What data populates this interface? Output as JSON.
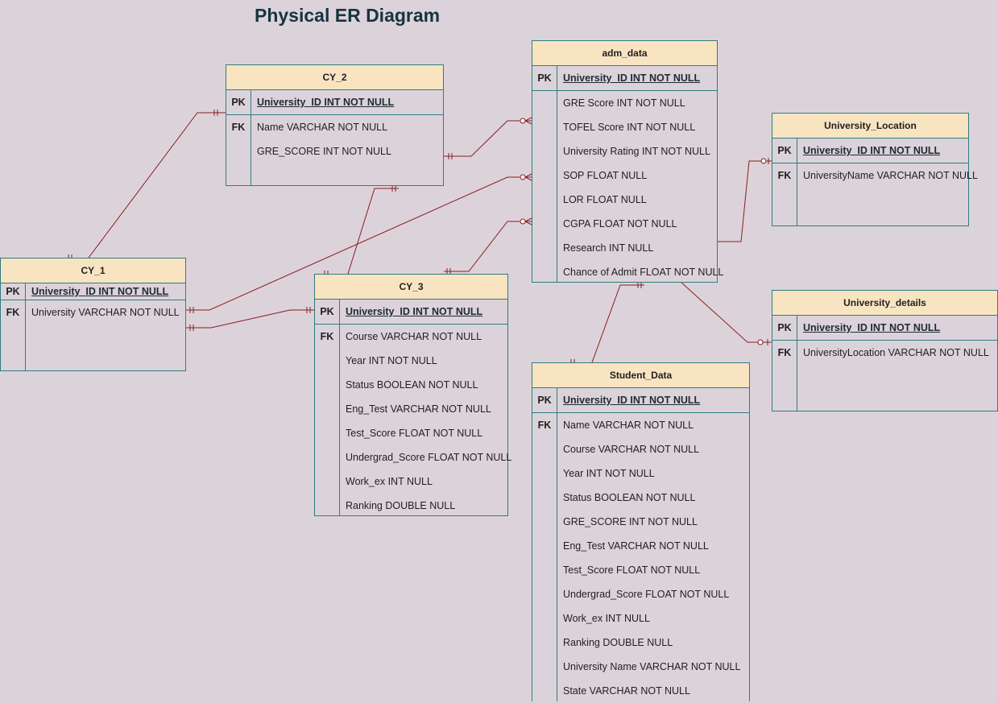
{
  "title": "Physical ER Diagram",
  "colors": {
    "background": "#dcd3da",
    "header": "#f9e4c2",
    "border": "#2e7d7e",
    "line": "#8b1c1c",
    "title": "#173340"
  },
  "entities": {
    "cy2": {
      "name": "CY_2",
      "pk_label": "PK",
      "fk_label": "FK",
      "pk": "University_ID INT NOT NULL",
      "fields": [
        "Name VARCHAR NOT NULL",
        "GRE_SCORE INT NOT NULL"
      ]
    },
    "cy1": {
      "name": "CY_1",
      "pk_label": "PK",
      "fk_label": "FK",
      "pk": "University_ID INT NOT NULL",
      "fields": [
        "University VARCHAR NOT NULL"
      ]
    },
    "cy3": {
      "name": "CY_3",
      "pk_label": "PK",
      "fk_label": "FK",
      "pk": "University_ID INT NOT NULL",
      "fields": [
        "Course VARCHAR NOT NULL",
        "Year INT NOT NULL",
        "Status BOOLEAN NOT NULL",
        "Eng_Test VARCHAR NOT NULL",
        "Test_Score FLOAT NOT NULL",
        "Undergrad_Score FLOAT NOT NULL",
        "Work_ex INT  NULL",
        "Ranking DOUBLE  NULL"
      ]
    },
    "adm": {
      "name": "adm_data",
      "pk_label": "PK",
      "pk": "University_ID INT NOT NULL",
      "fields": [
        "GRE Score INT NOT NULL",
        "TOFEL Score INT NOT NULL",
        "University Rating INT NOT NULL",
        "SOP FLOAT NULL",
        "LOR FLOAT NULL",
        "CGPA FLOAT NOT NULL",
        "Research INT NULL",
        "Chance of Admit FLOAT NOT NULL"
      ]
    },
    "uloc": {
      "name": "University_Location",
      "pk_label": "PK",
      "fk_label": "FK",
      "pk": "University_ID INT NOT NULL",
      "fields": [
        "UniversityName VARCHAR NOT NULL"
      ]
    },
    "udet": {
      "name": "University_details",
      "pk_label": "PK",
      "fk_label": "FK",
      "pk": "University_ID INT NOT NULL",
      "fields": [
        "UniversityLocation VARCHAR NOT NULL"
      ]
    },
    "student": {
      "name": "Student_Data",
      "pk_label": "PK",
      "fk_label": "FK",
      "pk": "University_ID INT NOT NULL",
      "fields": [
        "Name VARCHAR NOT NULL",
        "Course VARCHAR NOT NULL",
        "Year INT NOT NULL",
        "Status BOOLEAN NOT NULL",
        "GRE_SCORE INT NOT NULL",
        "Eng_Test VARCHAR NOT NULL",
        "Test_Score FLOAT NOT NULL",
        "Undergrad_Score FLOAT NOT NULL",
        "Work_ex INT  NULL",
        "Ranking DOUBLE  NULL",
        "University Name VARCHAR NOT NULL",
        "State VARCHAR NOT NULL"
      ]
    }
  }
}
